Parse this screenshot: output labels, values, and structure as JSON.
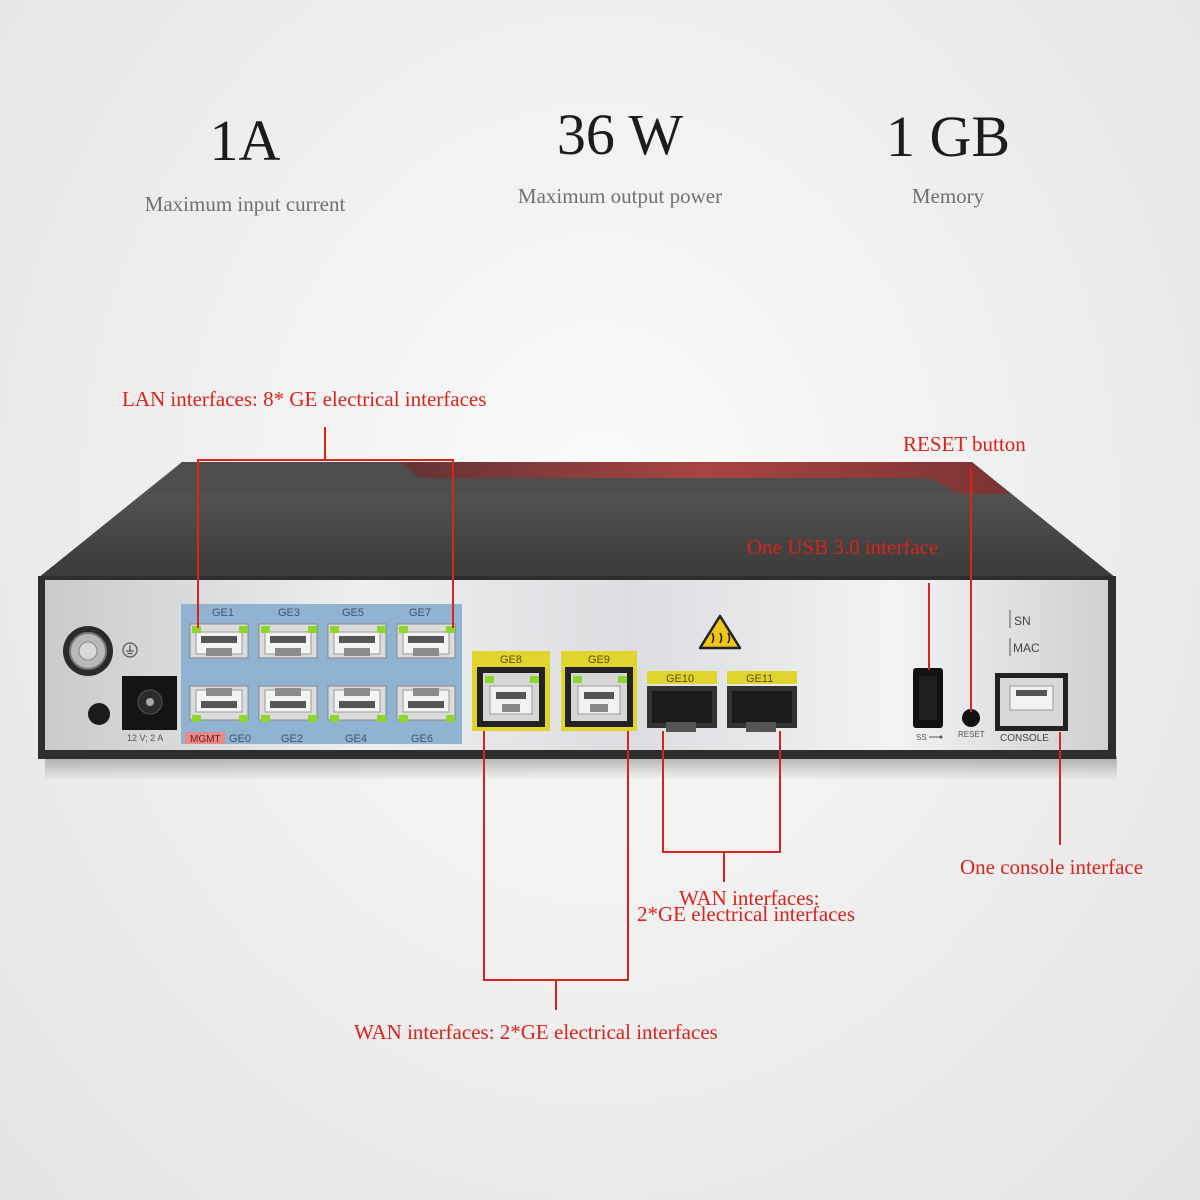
{
  "specs": [
    {
      "value": "1A",
      "label": "Maximum input current"
    },
    {
      "value": "36 W",
      "label": "Maximum output power"
    },
    {
      "value": "1 GB",
      "label": "Memory"
    }
  ],
  "callouts": {
    "lan": "LAN interfaces: 8* GE electrical interfaces",
    "reset": "RESET button",
    "usb": "One USB 3.0 interface",
    "console": "One console interface",
    "wan_sfp_line1": "WAN interfaces:",
    "wan_sfp_line2": "2*GE electrical interfaces",
    "wan_rj45": "WAN interfaces: 2*GE electrical interfaces"
  },
  "device": {
    "power_rating": "12 V; 2 A",
    "mgmt_label": "MGMT",
    "lan_top_labels": [
      "GE1",
      "GE3",
      "GE5",
      "GE7"
    ],
    "lan_bottom_labels": [
      "GE0",
      "GE2",
      "GE4",
      "GE6"
    ],
    "wan_rj45_labels": [
      "GE8",
      "GE9"
    ],
    "wan_sfp_labels": [
      "GE10",
      "GE11"
    ],
    "usb_label": "SS",
    "reset_label": "RESET",
    "sn_label": "SN",
    "mac_label": "MAC",
    "console_label": "CONSOLE"
  },
  "colors": {
    "callout": "#d9231c",
    "lan_panel": "#8fb3d0",
    "wan_panel": "#e2d42e",
    "led": "#8fd62a",
    "mgmt_badge": "#e88a8a"
  }
}
